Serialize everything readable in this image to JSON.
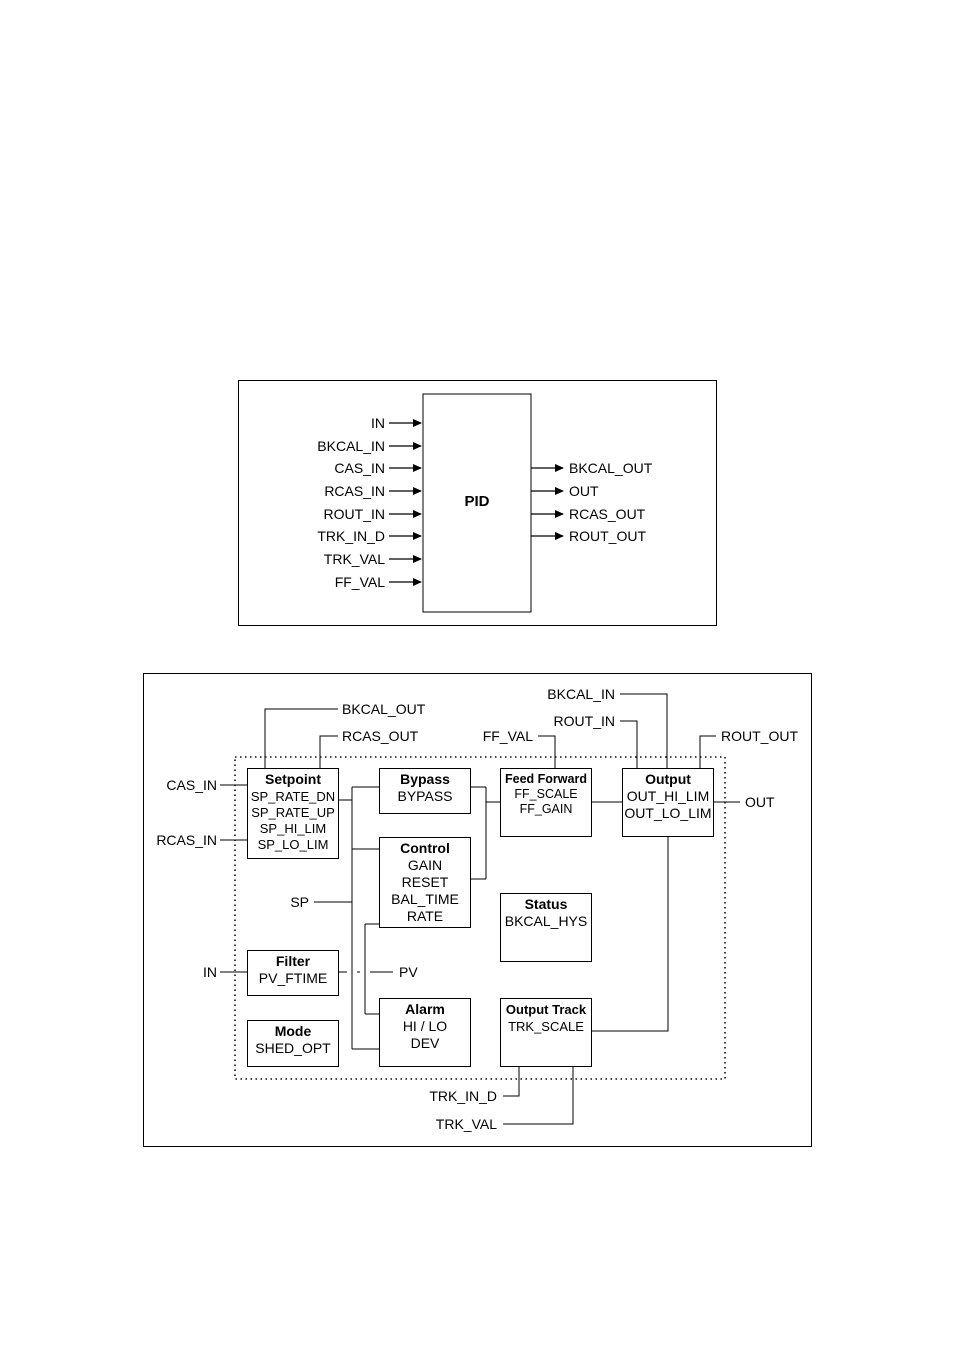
{
  "top_diagram": {
    "block_label": "PID",
    "inputs": [
      "IN",
      "BKCAL_IN",
      "CAS_IN",
      "RCAS_IN",
      "ROUT_IN",
      "TRK_IN_D",
      "TRK_VAL",
      "FF_VAL"
    ],
    "outputs": [
      "BKCAL_OUT",
      "OUT",
      "RCAS_OUT",
      "ROUT_OUT"
    ]
  },
  "bottom_diagram": {
    "setpoint": {
      "title": "Setpoint",
      "params": [
        "SP_RATE_DN",
        "SP_RATE_UP",
        "SP_HI_LIM",
        "SP_LO_LIM"
      ]
    },
    "bypass": {
      "title": "Bypass",
      "params": [
        "BYPASS"
      ]
    },
    "feed_forward": {
      "title": "Feed Forward",
      "params": [
        "FF_SCALE",
        "FF_GAIN"
      ]
    },
    "output": {
      "title": "Output",
      "params": [
        "OUT_HI_LIM",
        "OUT_LO_LIM"
      ]
    },
    "control": {
      "title": "Control",
      "params": [
        "GAIN",
        "RESET",
        "BAL_TIME",
        "RATE"
      ]
    },
    "status": {
      "title": "Status",
      "params": [
        "BKCAL_HYS"
      ]
    },
    "filter": {
      "title": "Filter",
      "params": [
        "PV_FTIME"
      ]
    },
    "alarm": {
      "title": "Alarm",
      "params": [
        "HI / LO",
        "DEV"
      ]
    },
    "mode": {
      "title": "Mode",
      "params": [
        "SHED_OPT"
      ]
    },
    "output_track": {
      "title": "Output Track",
      "params": [
        "TRK_SCALE"
      ]
    },
    "signals": {
      "bkcal_out": "BKCAL_OUT",
      "rcas_out": "RCAS_OUT",
      "bkcal_in": "BKCAL_IN",
      "rout_in": "ROUT_IN",
      "ff_val": "FF_VAL",
      "rout_out": "ROUT_OUT",
      "cas_in": "CAS_IN",
      "rcas_in": "RCAS_IN",
      "out": "OUT",
      "sp": "SP",
      "in": "IN",
      "pv": "PV",
      "trk_in_d": "TRK_IN_D",
      "trk_val": "TRK_VAL"
    }
  }
}
